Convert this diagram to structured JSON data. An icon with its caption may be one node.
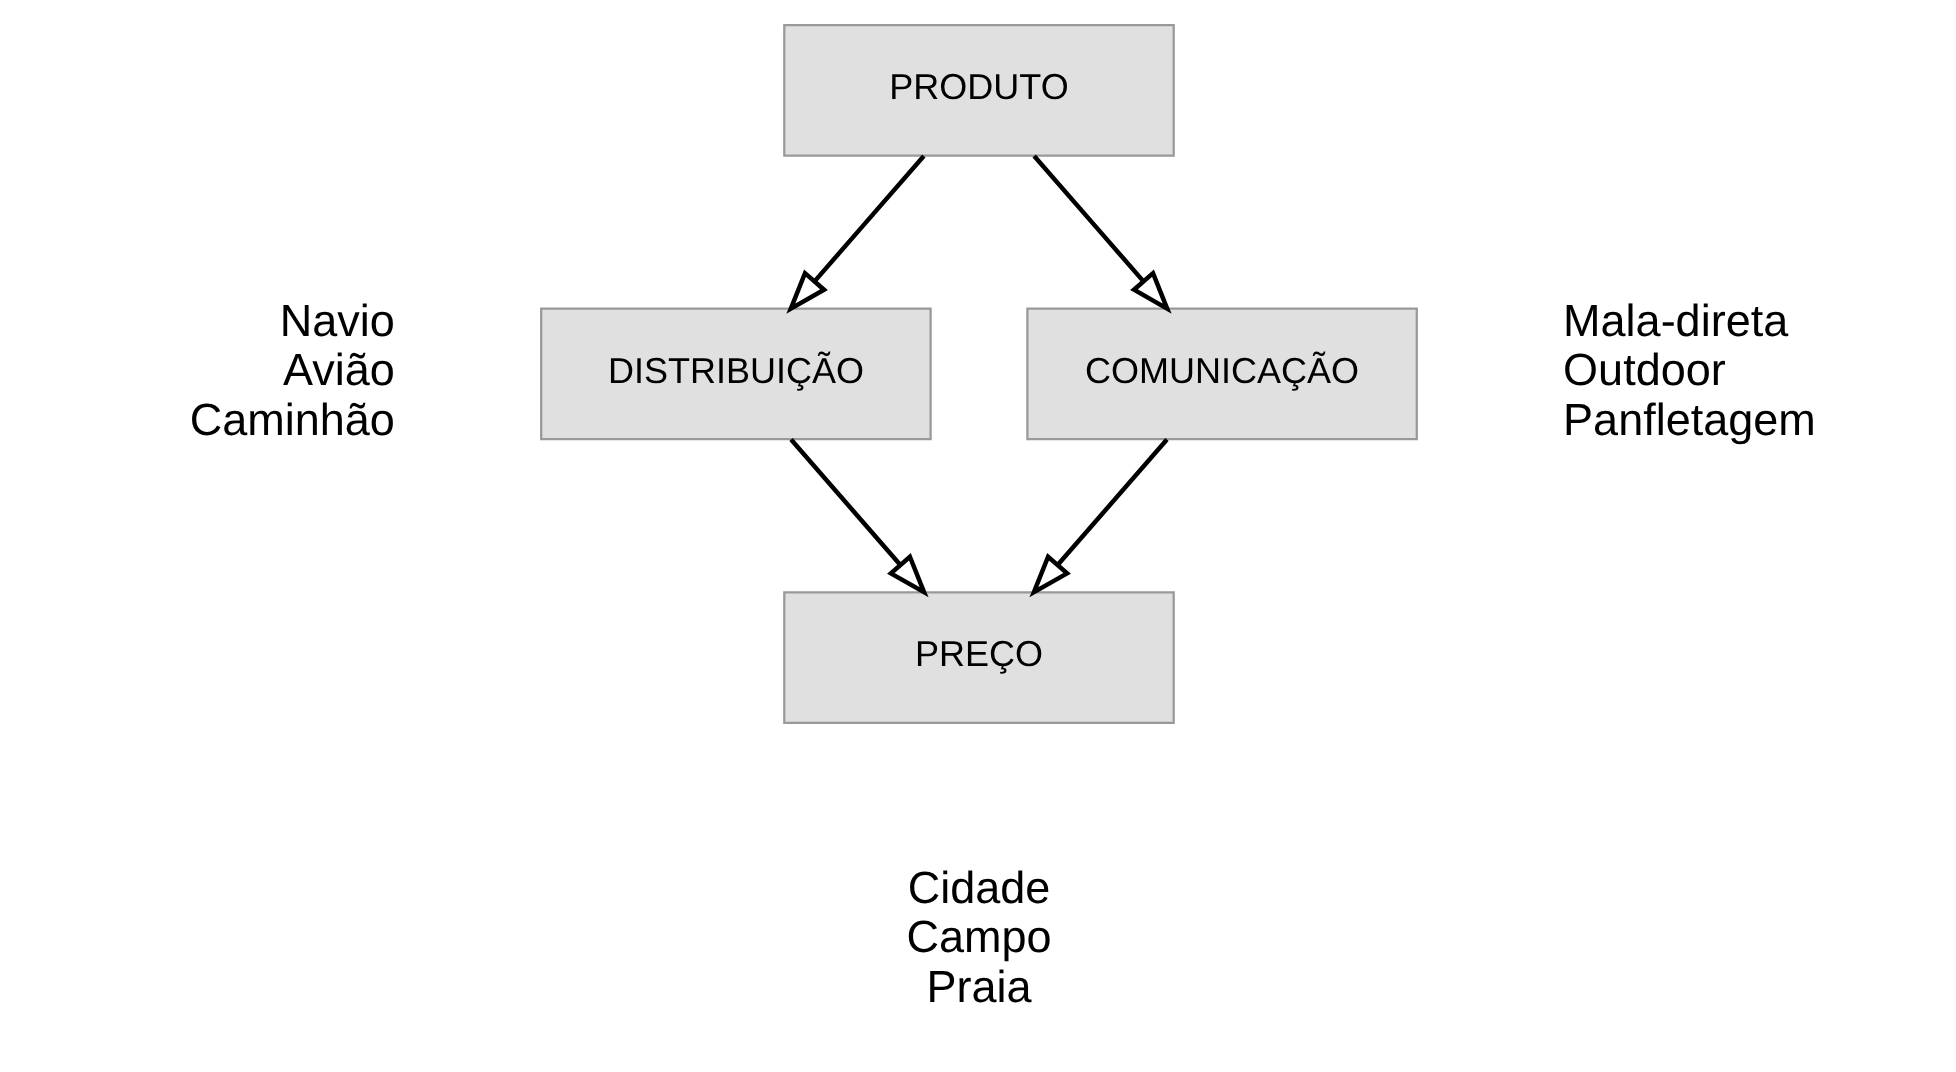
{
  "diagram": {
    "nodes": [
      {
        "text": [
          "PRODUTO"
        ]
      },
      {
        "text": [
          "DISTRIBUIÇÃO"
        ],
        "beside": [
          "Navio",
          "Avião",
          "Caminhão"
        ]
      },
      {
        "text": [
          "COMUNICAÇÃO"
        ],
        "beside": [
          "Mala-direta",
          "Outdoor",
          "Panfletagem"
        ]
      },
      {
        "text": [
          "PREÇO"
        ],
        "beside": [
          "Cidade",
          "Campo",
          "Praia"
        ]
      }
    ],
    "edges": [
      {
        "from": 0,
        "to": 1,
        "arrow": "to"
      },
      {
        "from": 0,
        "to": 2,
        "arrow": "to"
      },
      {
        "from": 1,
        "to": 3,
        "arrow": "to"
      },
      {
        "from": 2,
        "to": 3,
        "arrow": "to"
      }
    ]
  }
}
